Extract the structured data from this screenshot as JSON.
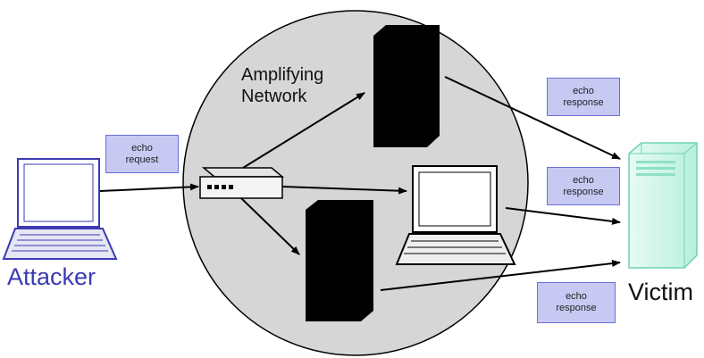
{
  "network": {
    "line1": "Amplifying",
    "line2": "Network"
  },
  "attacker": {
    "label": "Attacker"
  },
  "victim": {
    "label": "Victim"
  },
  "tags": {
    "request": {
      "line1": "echo",
      "line2": "request"
    },
    "response_top": {
      "line1": "echo",
      "line2": "response"
    },
    "response_middle": {
      "line1": "echo",
      "line2": "response"
    },
    "response_bottom": {
      "line1": "echo",
      "line2": "response"
    }
  },
  "colors": {
    "attacker": "#3b3bb3",
    "network_fill": "#d6d6d6",
    "tag_fill": "#c7c9f3",
    "victim_fill": "#c8f5e6",
    "arrow": "#000000"
  }
}
